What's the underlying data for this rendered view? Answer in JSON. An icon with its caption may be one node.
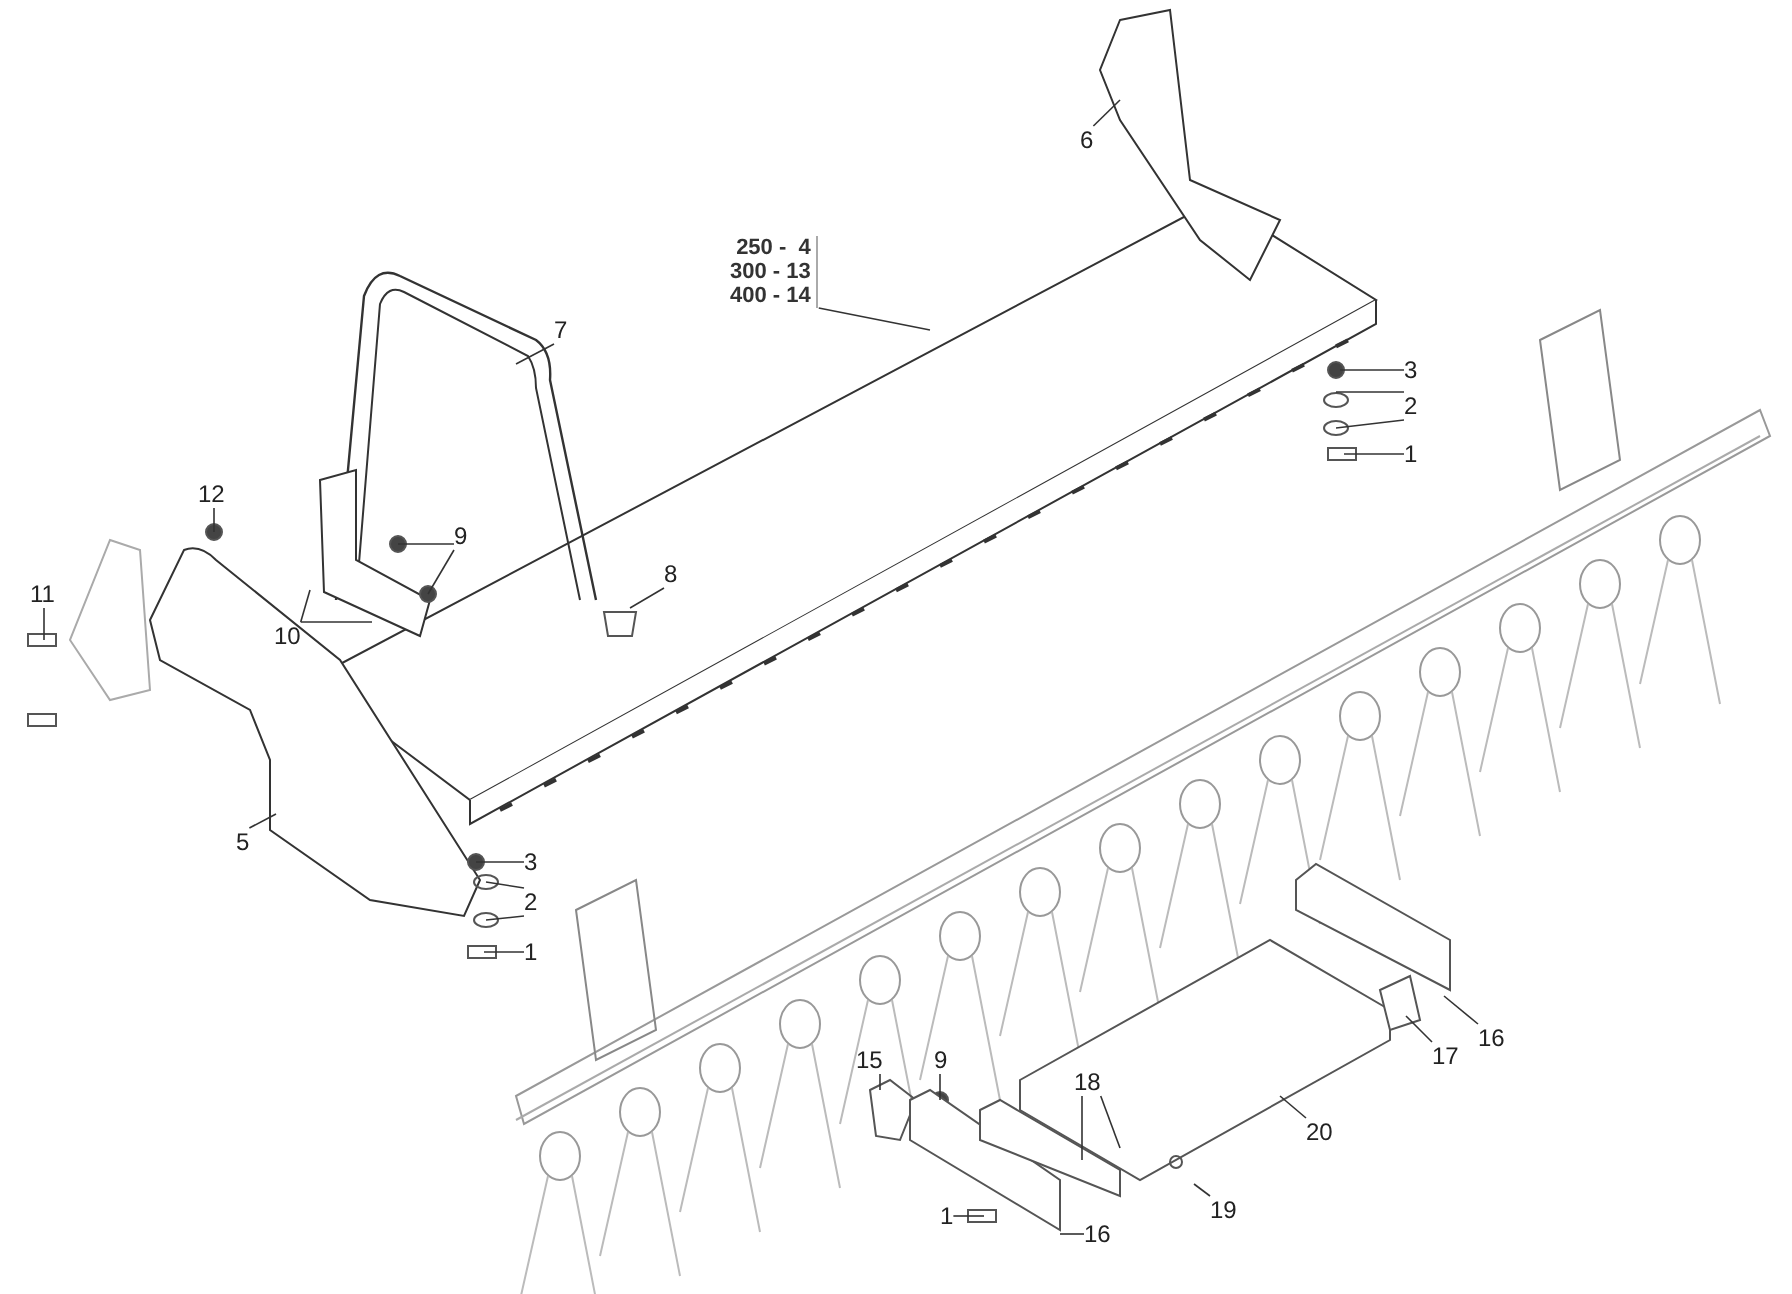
{
  "diagram": {
    "nodes": [
      {
        "text": [
          "6"
        ]
      },
      {
        "text": [
          "250 -  4",
          "300 - 13",
          "400 - 14"
        ]
      },
      {
        "text": [
          "7"
        ]
      },
      {
        "text": [
          "3"
        ]
      },
      {
        "text": [
          "2"
        ]
      },
      {
        "text": [
          "1"
        ]
      },
      {
        "text": [
          "12"
        ]
      },
      {
        "text": [
          "9"
        ]
      },
      {
        "text": [
          "11"
        ]
      },
      {
        "text": [
          "8"
        ]
      },
      {
        "text": [
          "10"
        ]
      },
      {
        "text": [
          "5"
        ]
      },
      {
        "text": [
          "3"
        ]
      },
      {
        "text": [
          "2"
        ]
      },
      {
        "text": [
          "1"
        ]
      },
      {
        "text": [
          "16"
        ]
      },
      {
        "text": [
          "17"
        ]
      },
      {
        "text": [
          "15"
        ]
      },
      {
        "text": [
          "9"
        ]
      },
      {
        "text": [
          "18"
        ]
      },
      {
        "text": [
          "20"
        ]
      },
      {
        "text": [
          "19"
        ]
      },
      {
        "text": [
          "1"
        ]
      },
      {
        "text": [
          "16"
        ]
      }
    ],
    "edges": [
      {
        "from": 0,
        "to": null,
        "arrow": "none"
      },
      {
        "from": 1,
        "to": null,
        "arrow": "none"
      },
      {
        "from": 2,
        "to": null,
        "arrow": "none"
      },
      {
        "from": 3,
        "to": null,
        "arrow": "none"
      },
      {
        "from": 4,
        "to": null,
        "arrow": "none"
      },
      {
        "from": 4,
        "to": null,
        "arrow": "none"
      },
      {
        "from": 5,
        "to": null,
        "arrow": "none"
      },
      {
        "from": 6,
        "to": null,
        "arrow": "none"
      },
      {
        "from": 7,
        "to": null,
        "arrow": "none"
      },
      {
        "from": 7,
        "to": null,
        "arrow": "none"
      },
      {
        "from": 8,
        "to": null,
        "arrow": "none"
      },
      {
        "from": 9,
        "to": null,
        "arrow": "none"
      },
      {
        "from": 10,
        "to": null,
        "arrow": "none"
      },
      {
        "from": 10,
        "to": null,
        "arrow": "none"
      },
      {
        "from": 11,
        "to": null,
        "arrow": "none"
      },
      {
        "from": 12,
        "to": null,
        "arrow": "none"
      },
      {
        "from": 13,
        "to": null,
        "arrow": "none"
      },
      {
        "from": 13,
        "to": null,
        "arrow": "none"
      },
      {
        "from": 14,
        "to": null,
        "arrow": "none"
      },
      {
        "from": 15,
        "to": null,
        "arrow": "none"
      },
      {
        "from": 16,
        "to": null,
        "arrow": "none"
      },
      {
        "from": 17,
        "to": null,
        "arrow": "none"
      },
      {
        "from": 18,
        "to": null,
        "arrow": "none"
      },
      {
        "from": 19,
        "to": null,
        "arrow": "none"
      },
      {
        "from": 19,
        "to": null,
        "arrow": "none"
      },
      {
        "from": 20,
        "to": null,
        "arrow": "none"
      },
      {
        "from": 21,
        "to": null,
        "arrow": "none"
      },
      {
        "from": 22,
        "to": null,
        "arrow": "none"
      },
      {
        "from": 23,
        "to": null,
        "arrow": "none"
      }
    ]
  }
}
